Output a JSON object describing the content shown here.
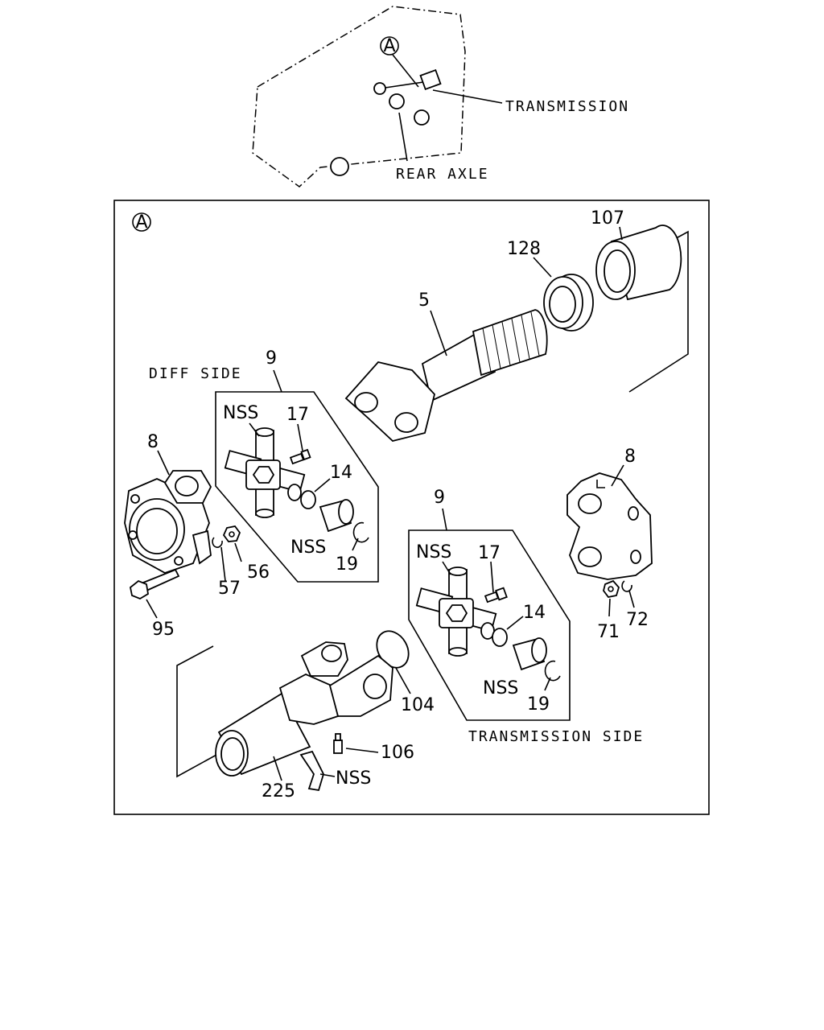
{
  "overview": {
    "callout_letter": "A",
    "labels": {
      "transmission": "TRANSMISSION",
      "rear_axle": "REAR AXLE"
    }
  },
  "detail": {
    "callout_letter": "A",
    "section_labels": {
      "diff_side": "DIFF SIDE",
      "transmission_side": "TRANSMISSION SIDE"
    },
    "part_numbers": {
      "p107": "107",
      "p128": "128",
      "p5": "5",
      "p9_diff": "9",
      "p9_trans": "9",
      "p8_left": "8",
      "p8_right": "8",
      "p17_diff": "17",
      "p17_trans": "17",
      "p14_diff": "14",
      "p14_trans": "14",
      "p19_diff": "19",
      "p19_trans": "19",
      "p56": "56",
      "p57": "57",
      "p95": "95",
      "p71": "71",
      "p72": "72",
      "p104": "104",
      "p106": "106",
      "p225": "225",
      "nss_diff_top": "NSS",
      "nss_diff_bottom": "NSS",
      "nss_trans_top": "NSS",
      "nss_trans_bottom": "NSS",
      "nss_strap": "NSS"
    }
  }
}
